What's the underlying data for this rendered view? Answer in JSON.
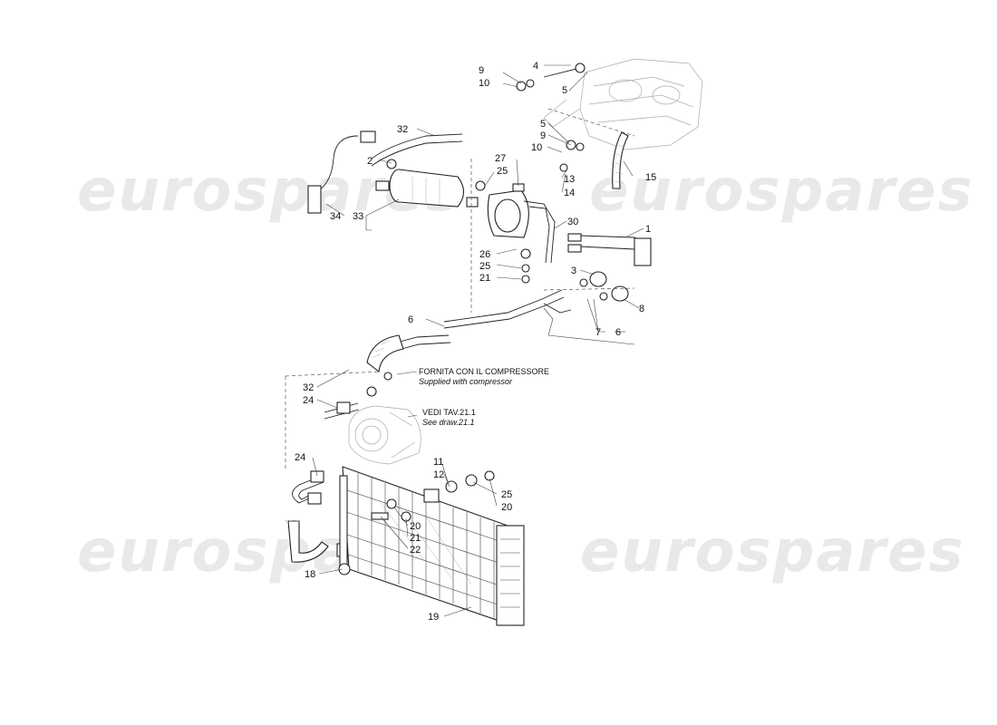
{
  "watermark": "eurospares",
  "notes": {
    "compressor_it": "FORNITA CON IL COMPRESSORE",
    "compressor_en": "Supplied with compressor",
    "see_it": "VEDI TAV.21.1",
    "see_en": "See draw.21.1"
  },
  "callouts": {
    "c1": "1",
    "c2": "2",
    "c3": "3",
    "c4": "4",
    "c5a": "5",
    "c5b": "5",
    "c6a": "6",
    "c6b": "6",
    "c7": "7",
    "c8": "8",
    "c9a": "9",
    "c9b": "9",
    "c10a": "10",
    "c10b": "10",
    "c11": "11",
    "c12": "12",
    "c13": "13",
    "c14": "14",
    "c15": "15",
    "c18": "18",
    "c19": "19",
    "c20a": "20",
    "c20b": "20",
    "c21a": "21",
    "c21b": "21",
    "c22": "22",
    "c24a": "24",
    "c24b": "24",
    "c25a": "25",
    "c25b": "25",
    "c25c": "25",
    "c26": "26",
    "c27": "27",
    "c30": "30",
    "c32a": "32",
    "c32b": "32",
    "c33": "33",
    "c34": "34"
  }
}
